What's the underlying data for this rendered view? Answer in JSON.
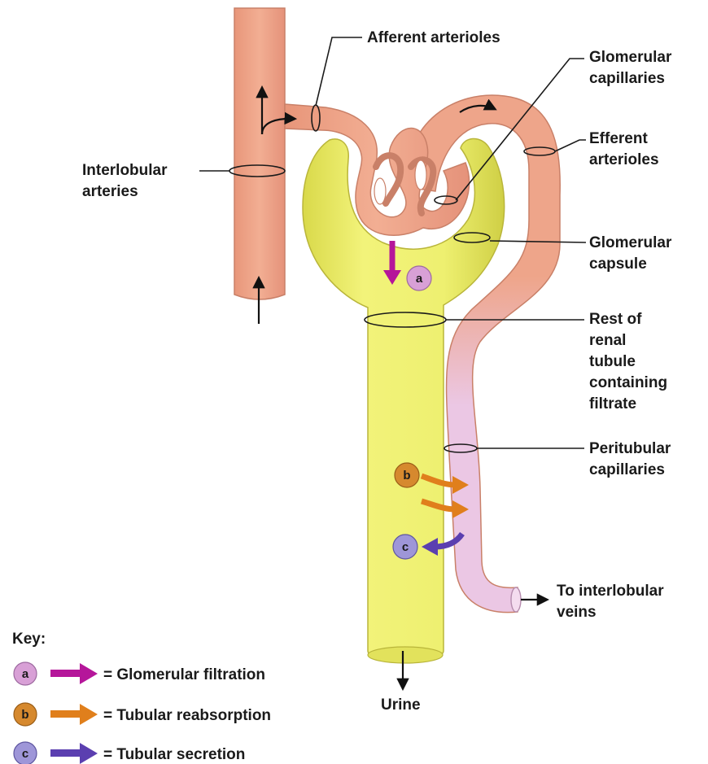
{
  "labels": {
    "afferent": "Afferent arterioles",
    "glomerular_capillaries": [
      "Glomerular",
      "capillaries"
    ],
    "efferent": [
      "Efferent",
      "arterioles"
    ],
    "interlobular_arteries": [
      "Interlobular",
      "arteries"
    ],
    "glomerular_capsule": [
      "Glomerular",
      "capsule"
    ],
    "rest_of_tubule": [
      "Rest of",
      "renal",
      "tubule",
      "containing",
      "filtrate"
    ],
    "peritubular": [
      "Peritubular",
      "capillaries"
    ],
    "to_veins": [
      "To interlobular",
      "veins"
    ],
    "urine": "Urine"
  },
  "badges": {
    "a": "a",
    "b": "b",
    "c": "c"
  },
  "key": {
    "title": "Key:",
    "items": [
      {
        "badge": "a",
        "text": "= Glomerular filtration",
        "color": "#b5169a",
        "badge_color": "#d8a0d6"
      },
      {
        "badge": "b",
        "text": "= Tubular reabsorption",
        "color": "#e07f1c",
        "badge_color": "#d6892e"
      },
      {
        "badge": "c",
        "text": "= Tubular secretion",
        "color": "#5b3fb0",
        "badge_color": "#9e96d8"
      }
    ]
  },
  "colors": {
    "artery": "#eea58a",
    "artery_edge": "#c98068",
    "tubule": "#eef070",
    "tubule_edge": "#b9b53a",
    "peritubular": "#ebc7e4",
    "filtration": "#b5169a",
    "reabsorption": "#e07f1c",
    "secretion": "#5b3fb0"
  }
}
